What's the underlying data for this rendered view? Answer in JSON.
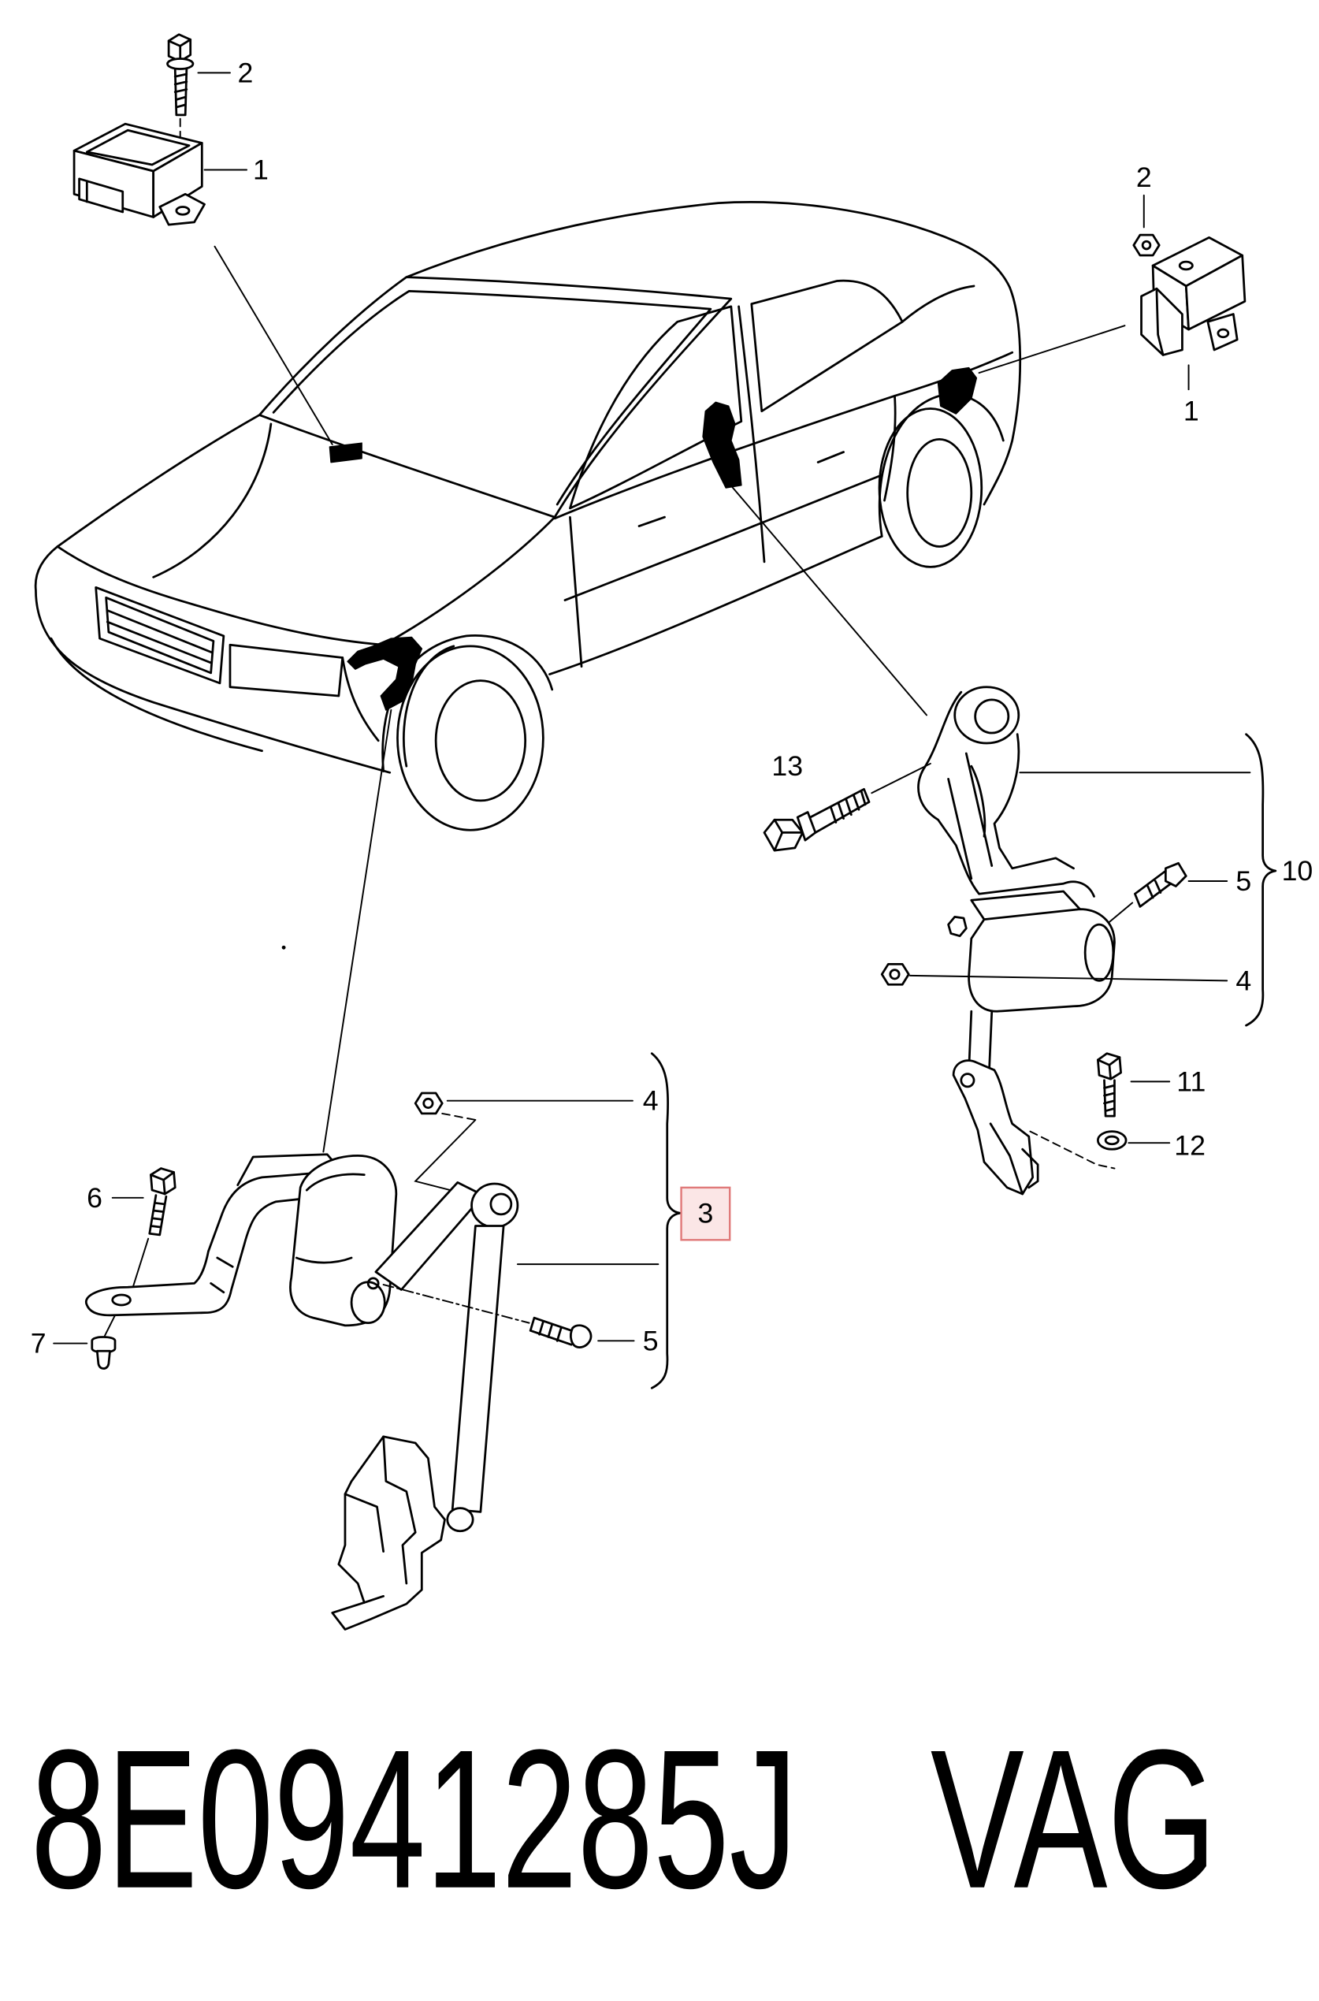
{
  "callouts": {
    "top_left_bolt": "2",
    "top_left_module": "1",
    "top_right_nut": "2",
    "top_right_module": "1",
    "rear_bolt": "13",
    "rear_sensor_assembly": "10",
    "rear_screw": "5",
    "rear_nut": "4",
    "rear_lower_bolt": "11",
    "rear_washer": "12",
    "front_nut": "4",
    "front_bolt": "6",
    "front_sensor_assembly": "3",
    "front_clip": "7",
    "front_screw": "5"
  },
  "part_number": "8E0941285J",
  "brand": "VAG",
  "colors": {
    "line": "#000000",
    "highlight_border": "#e07a7a",
    "highlight_fill": "#fbe6e6"
  }
}
